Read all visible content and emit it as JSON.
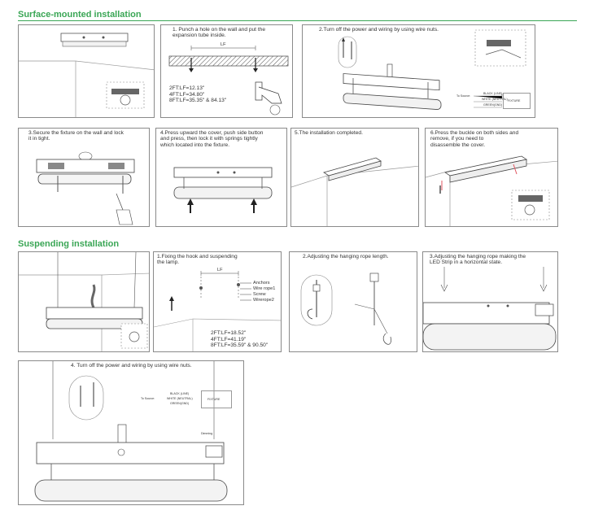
{
  "sections": {
    "surface_title": "Surface-mounted installation",
    "suspend_title": "Suspending installation"
  },
  "surface": {
    "step1": {
      "caption": "1. Punch a hole on the wall and put the\nexpansion tube inside.",
      "lf_marker": "LF",
      "lf_values": "2FT:LF=12.13\"\n4FT:LF=34.80\"\n8FT:LF=35.35\" & 84.13\""
    },
    "step2": {
      "caption": "2.Turn off the power and wiring by using wire nuts."
    },
    "step3": {
      "caption": "3.Secure the fixture on the wall and lock\nit in tight."
    },
    "step4": {
      "caption": "4.Press upward the cover, push side button\nand press, then lock it with springs tightly\nwhich located into the fixture."
    },
    "step5": {
      "caption": "5.The installation completed."
    },
    "step6": {
      "caption": "6.Press the buckle on both sides and\nremove, if you need to\ndisassemble the cover."
    }
  },
  "suspend": {
    "step1": {
      "caption": "1.Fixing the hook and suspending\nthe lamp.",
      "lf_marker": "LF",
      "parts": [
        "Anchors",
        "Wire rope1",
        "Screw",
        "Wirerope2"
      ],
      "lf_values": "2FT:LF=18.52\"\n4FT:LF=41.19\"\n8FT:LF=35.59\" & 90.50\""
    },
    "step2": {
      "caption": "2.Adjusting the hanging rope length."
    },
    "step3": {
      "caption": "3.Adjusting the hanging rope making the\nLED Strip in a horizontal state."
    },
    "step4": {
      "caption": "4. Turn off the power and wiring by using wire nuts."
    }
  },
  "wiring": {
    "to_source": "To Source:",
    "black": "BLACK (LINE)",
    "white": "WHITE (NEUTRAL)",
    "green": "GREEN(GND)",
    "fixture": "FIXTURE",
    "dimming": "Dimming"
  },
  "colors": {
    "section_title": "#3aa655",
    "accent": "#e05561"
  }
}
